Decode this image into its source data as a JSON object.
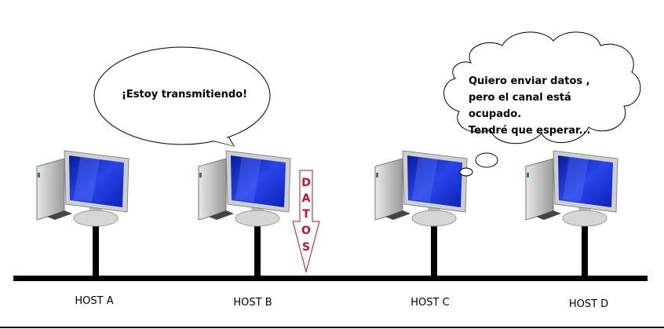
{
  "hosts": [
    {
      "label": "HOST A"
    },
    {
      "label": "HOST B"
    },
    {
      "label": "HOST C"
    },
    {
      "label": "HOST D"
    }
  ],
  "speech_bubble": {
    "text": "¡Estoy transmitiendo!"
  },
  "thought_bubble": {
    "lines": [
      "Quiero enviar datos ,",
      "pero el canal está",
      "ocupado.",
      "Tendré que esperar..."
    ]
  },
  "data_arrow": {
    "letters": [
      "D",
      "A",
      "T",
      "O",
      "S"
    ]
  },
  "colors": {
    "screen": "#1a2fd0",
    "arrow_text": "#c8102e",
    "bus": "#000000"
  }
}
